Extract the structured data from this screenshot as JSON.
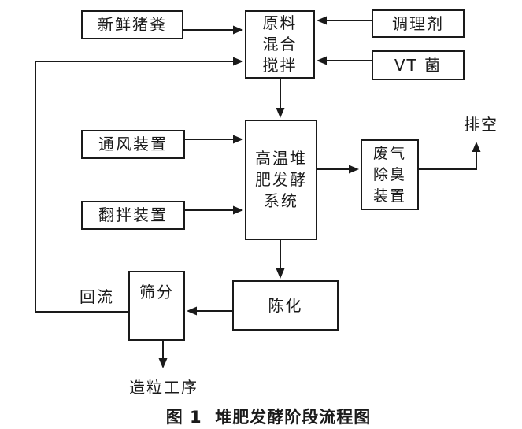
{
  "diagram": {
    "boxes": {
      "fresh_pig_manure": "新鲜猪粪",
      "raw_material_mixing": "原料\n混合\n搅拌",
      "conditioner": "调理剂",
      "vt_bacteria": "VT 菌",
      "ventilation_device": "通风装置",
      "turning_device": "翻拌装置",
      "composting_system": "高温堆\n肥发酵\n系统",
      "deodorizing_device": "废气\n除臭\n装置",
      "screening": "筛分",
      "aging": "陈化"
    },
    "labels": {
      "exhaust": "排空",
      "reflux": "回流",
      "granulation": "造粒工序"
    },
    "caption": "图 1  堆肥发酵阶段流程图",
    "colors": {
      "line": "#1a1a1a",
      "background": "#ffffff"
    }
  }
}
